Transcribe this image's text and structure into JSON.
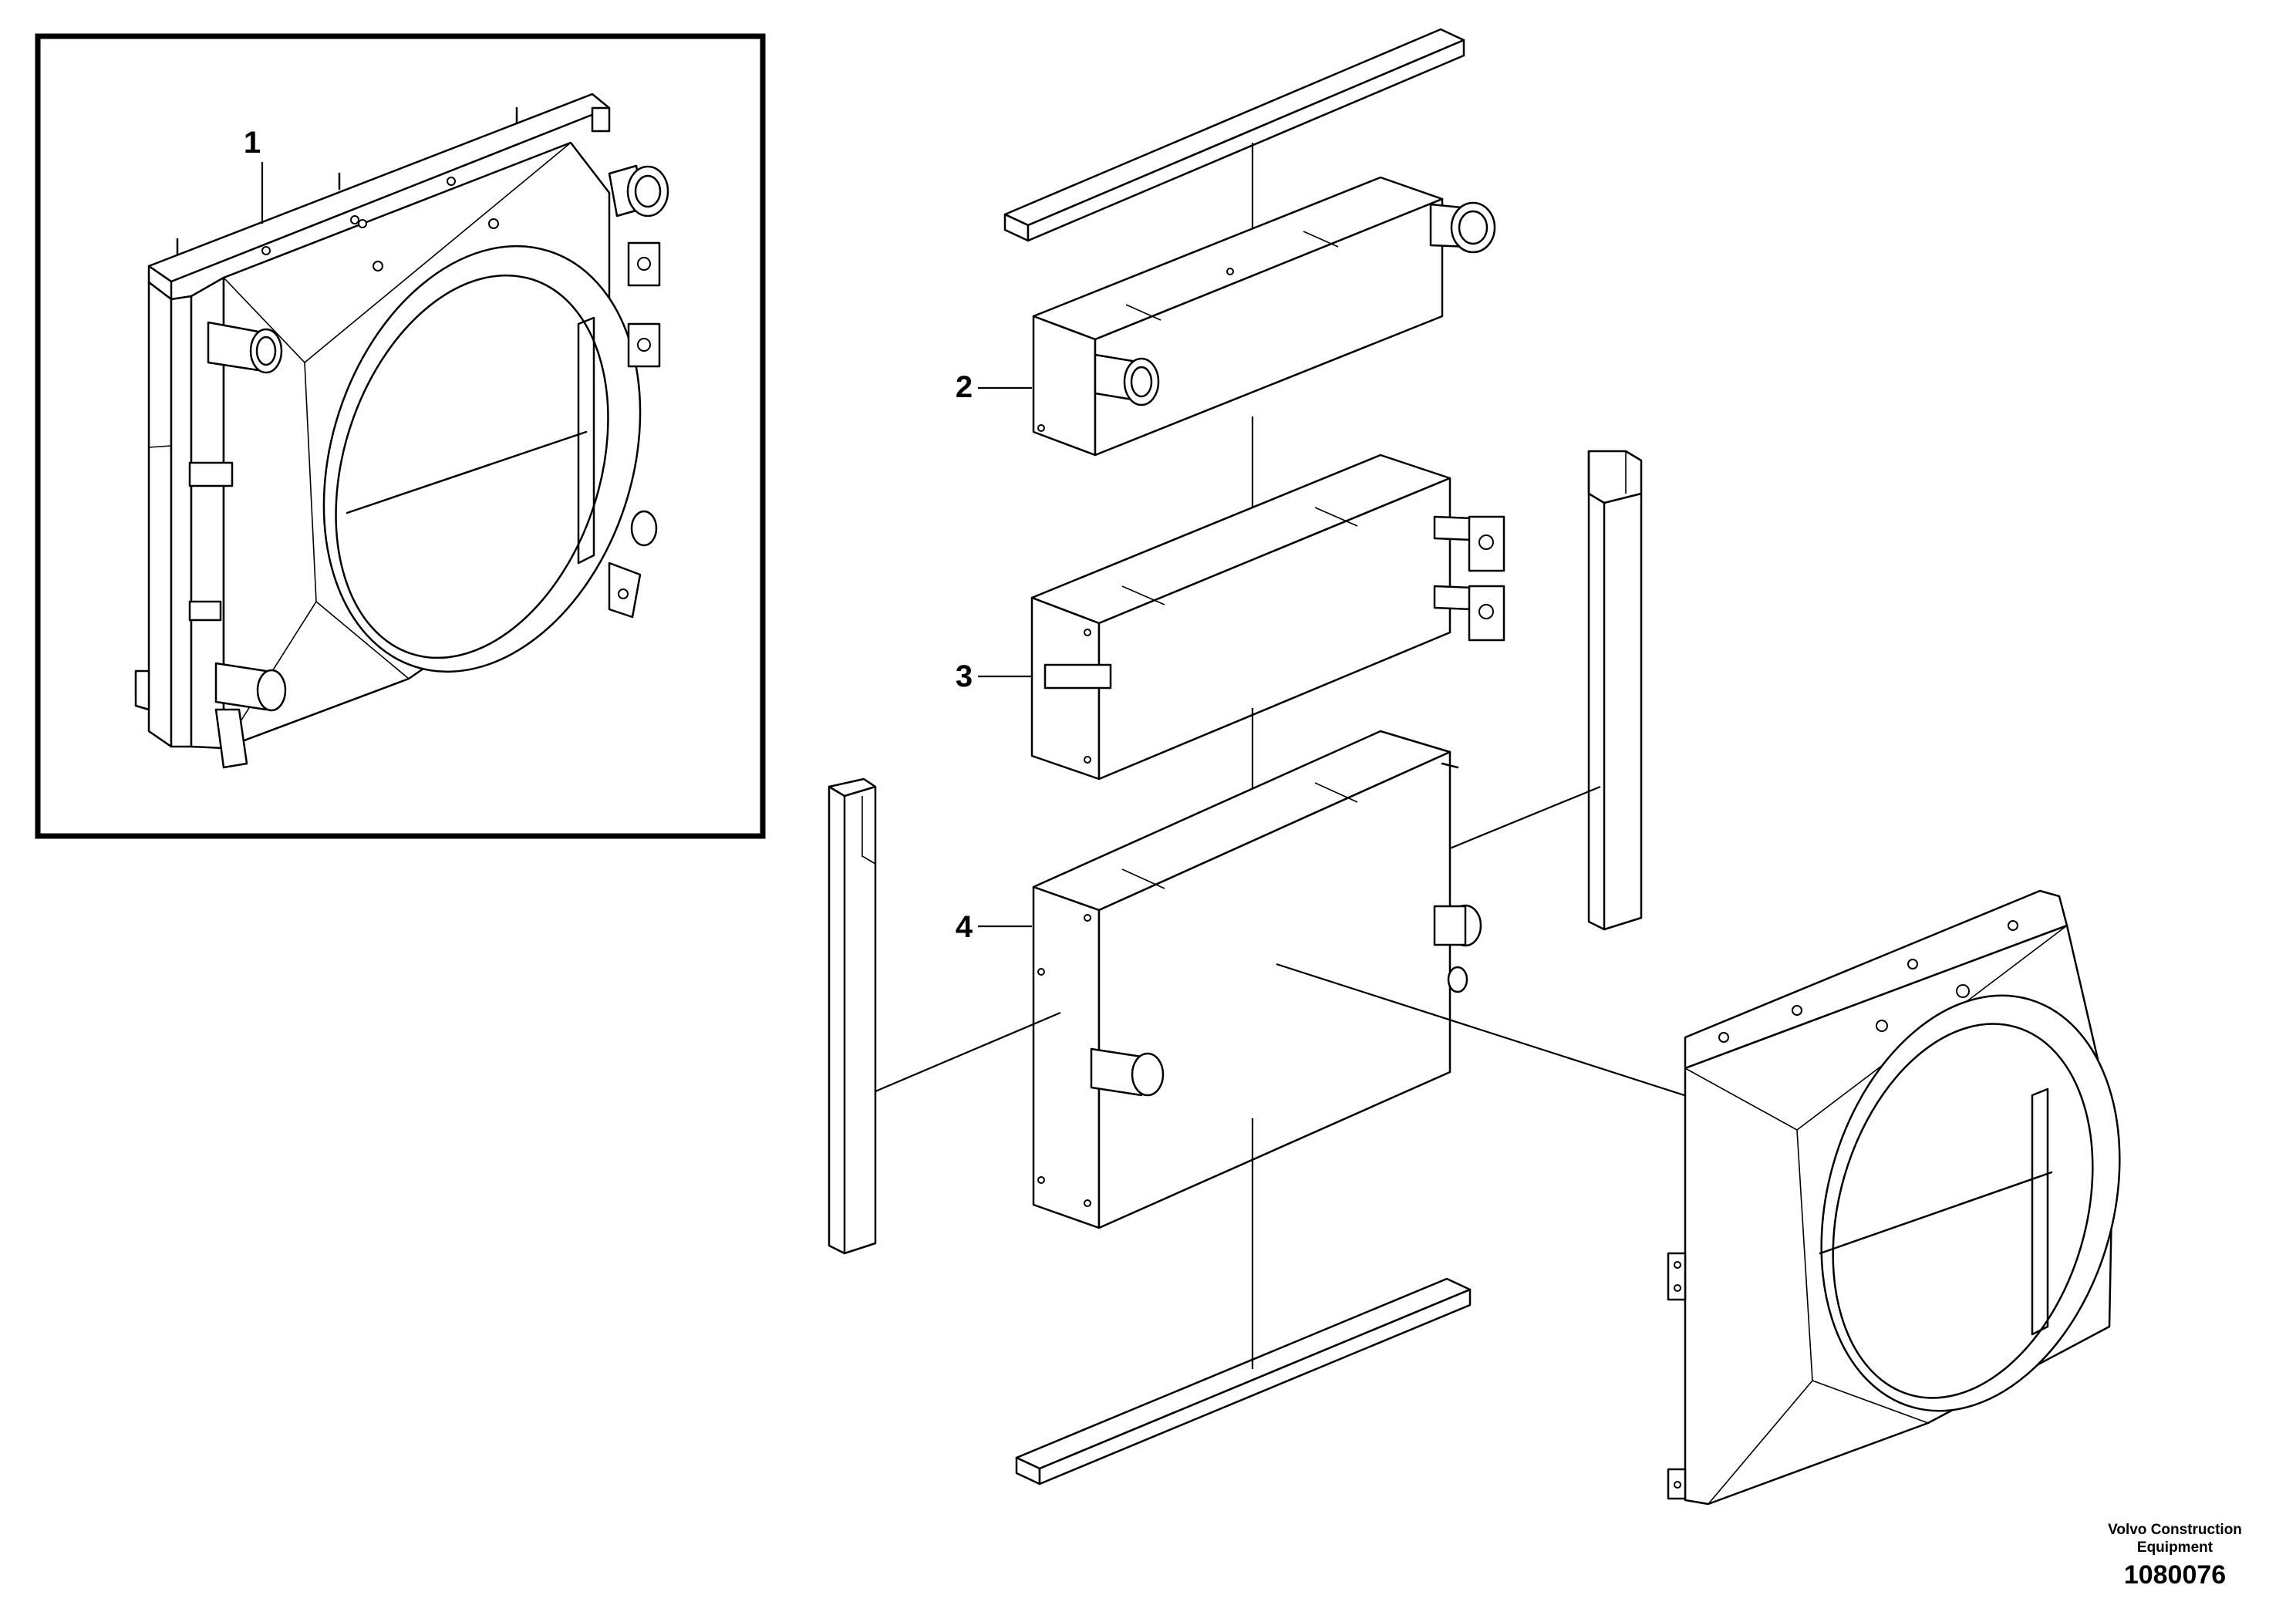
{
  "diagram": {
    "callouts": [
      {
        "id": "1",
        "label": "1"
      },
      {
        "id": "2",
        "label": "2"
      },
      {
        "id": "3",
        "label": "3"
      },
      {
        "id": "4",
        "label": "4"
      }
    ]
  },
  "credit": {
    "line1": "Volvo Construction",
    "line2": "Equipment",
    "number": "1080076"
  }
}
